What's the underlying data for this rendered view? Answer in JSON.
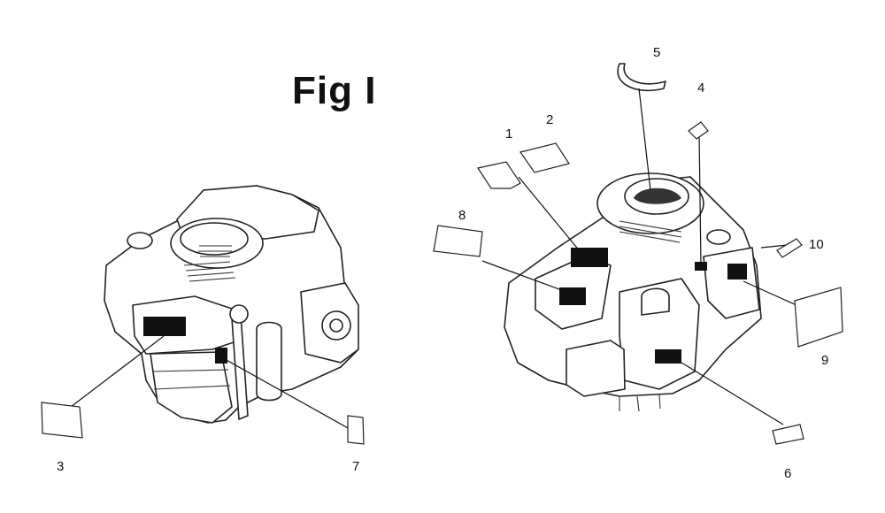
{
  "figure": {
    "title": "Fig I",
    "parts": [
      {
        "id": "p1",
        "num": "1"
      },
      {
        "id": "p2",
        "num": "2"
      },
      {
        "id": "p3",
        "num": "3"
      },
      {
        "id": "p4",
        "num": "4"
      },
      {
        "id": "p5",
        "num": "5"
      },
      {
        "id": "p6",
        "num": "6"
      },
      {
        "id": "p7",
        "num": "7"
      },
      {
        "id": "p8",
        "num": "8"
      },
      {
        "id": "p9",
        "num": "9"
      },
      {
        "id": "p10",
        "num": "10"
      }
    ]
  }
}
